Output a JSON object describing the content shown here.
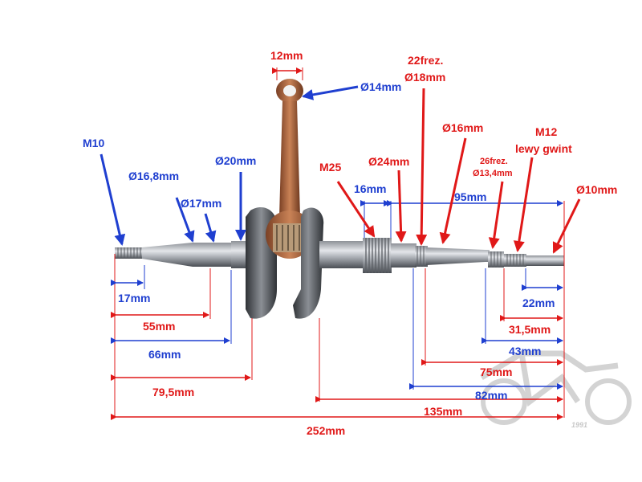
{
  "colors": {
    "blue": "#1f3fd0",
    "red": "#e01818",
    "steel_dark": "#3c3f44",
    "steel_light": "#c9ccd1",
    "copper": "#a5603a",
    "watermark": "#b0b0b0"
  },
  "top_labels": {
    "m10": "M10",
    "d16_8": "Ø16,8mm",
    "d17": "Ø17mm",
    "d20": "Ø20mm",
    "w12": "12mm",
    "d14": "Ø14mm",
    "m25": "M25",
    "d24": "Ø24mm",
    "w16": "16mm",
    "f22": "22frez.",
    "d18": "Ø18mm",
    "d16": "Ø16mm",
    "l95": "95mm",
    "f26": "26frez.",
    "d13_4": "Ø13,4mm",
    "m12": "M12",
    "lewy": "lewy gwint",
    "d10": "Ø10mm"
  },
  "left_dims": {
    "l17": "17mm",
    "l55": "55mm",
    "l66": "66mm",
    "l79_5": "79,5mm"
  },
  "right_dims": {
    "l22": "22mm",
    "l31_5": "31,5mm",
    "l43": "43mm",
    "l75": "75mm",
    "l82": "82mm",
    "l135": "135mm"
  },
  "total": "252mm",
  "watermark": {
    "year": "1991"
  }
}
